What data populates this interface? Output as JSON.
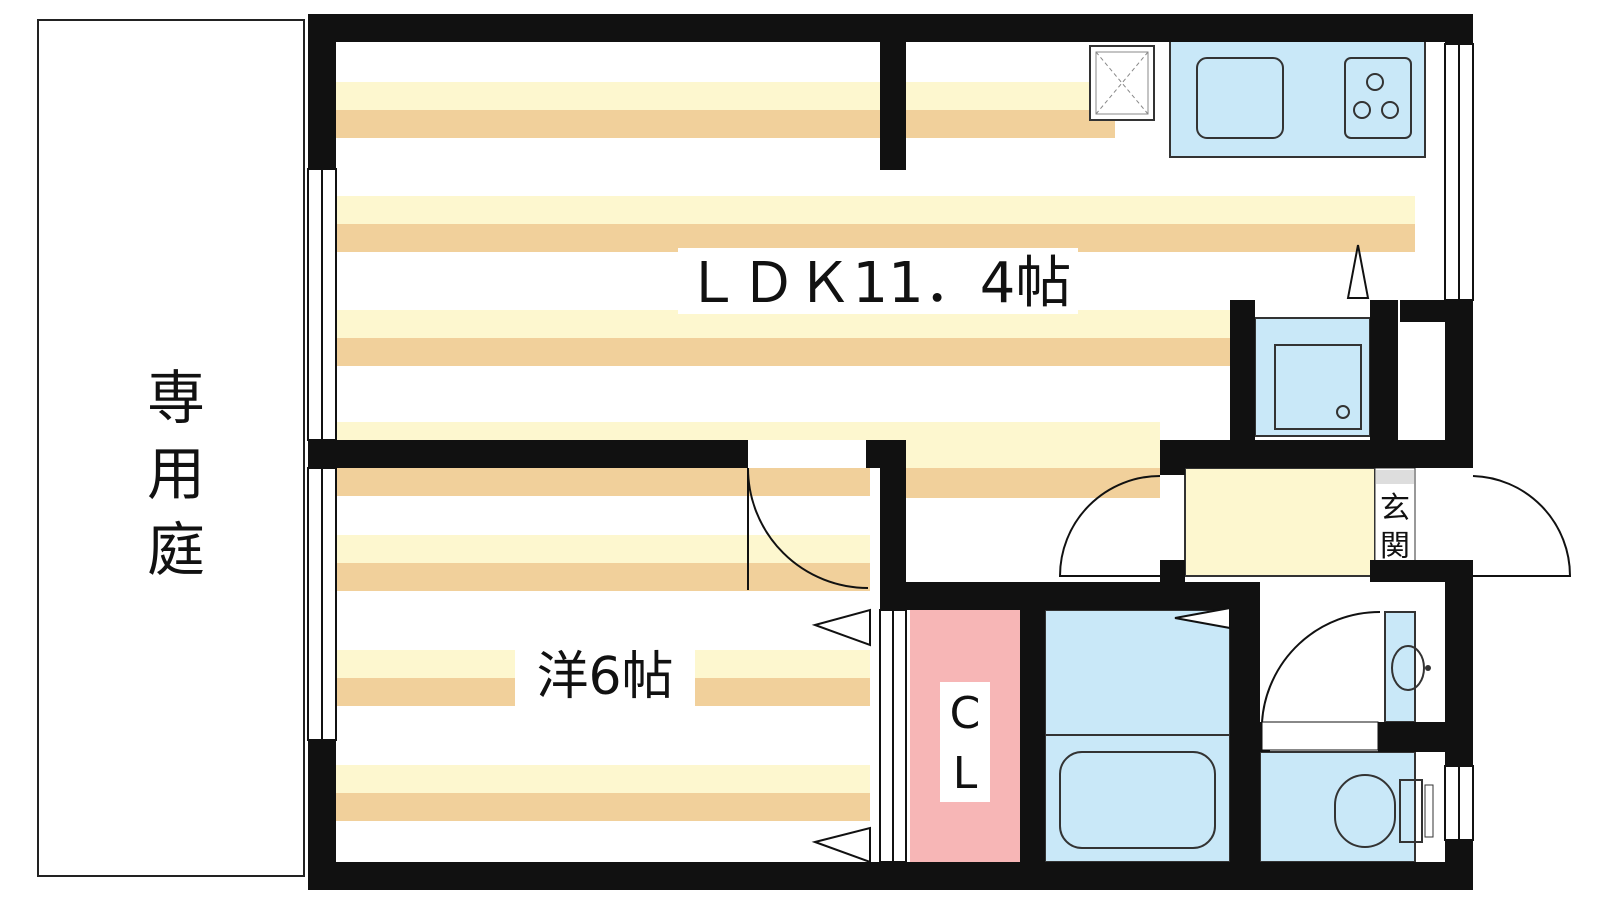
{
  "garden_label": "専用庭",
  "rooms": {
    "ldk": "ＬＤＫ11．4帖",
    "western": "洋6帖",
    "closet_line1": "C",
    "closet_line2": "L",
    "entrance": "玄関"
  },
  "colors": {
    "wall": "#111111",
    "stripe_light": "#fdf7cf",
    "stripe_dark": "#f1d09b",
    "water_blue": "#c9e8f8",
    "closet_pink": "#f7b6b6",
    "entrance_yellow": "#fdf7cf"
  }
}
